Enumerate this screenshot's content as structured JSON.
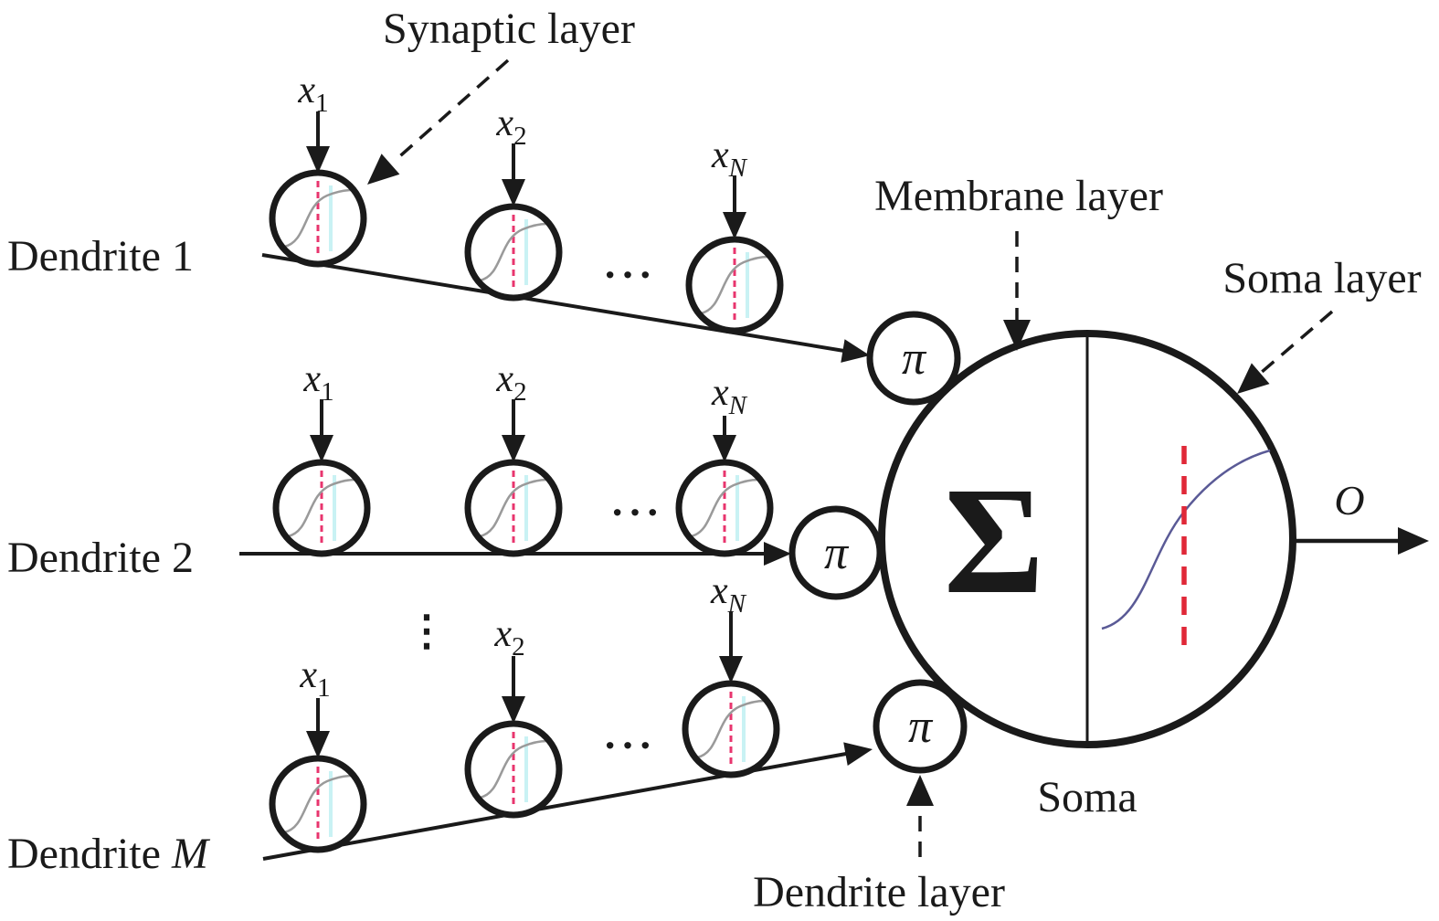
{
  "annotations": {
    "synaptic_layer": "Synaptic layer",
    "membrane_layer": "Membrane layer",
    "soma_layer": "Soma layer",
    "dendrite_layer": "Dendrite layer",
    "soma": "Soma",
    "output": "O"
  },
  "dendrites": [
    {
      "prefix": "Dendrite",
      "index": "1"
    },
    {
      "prefix": "Dendrite",
      "index": "2"
    },
    {
      "prefix": "Dendrite",
      "index": "M"
    }
  ],
  "inputs": {
    "base": "x",
    "sub_1": "1",
    "sub_2": "2",
    "sub_n": "N"
  },
  "symbols": {
    "pi": "π",
    "sigma": "Σ"
  },
  "ellipsis": {
    "horizontal": "···",
    "vertical": "⋮"
  },
  "colors": {
    "ink": "#1a1a1a",
    "synapse_curve": "#9a9a9a",
    "threshold_pink": "#e8356e",
    "cyan_band": "#c9f2f4",
    "soma_threshold_red": "#e02838",
    "soma_curve": "#5a5a96"
  }
}
